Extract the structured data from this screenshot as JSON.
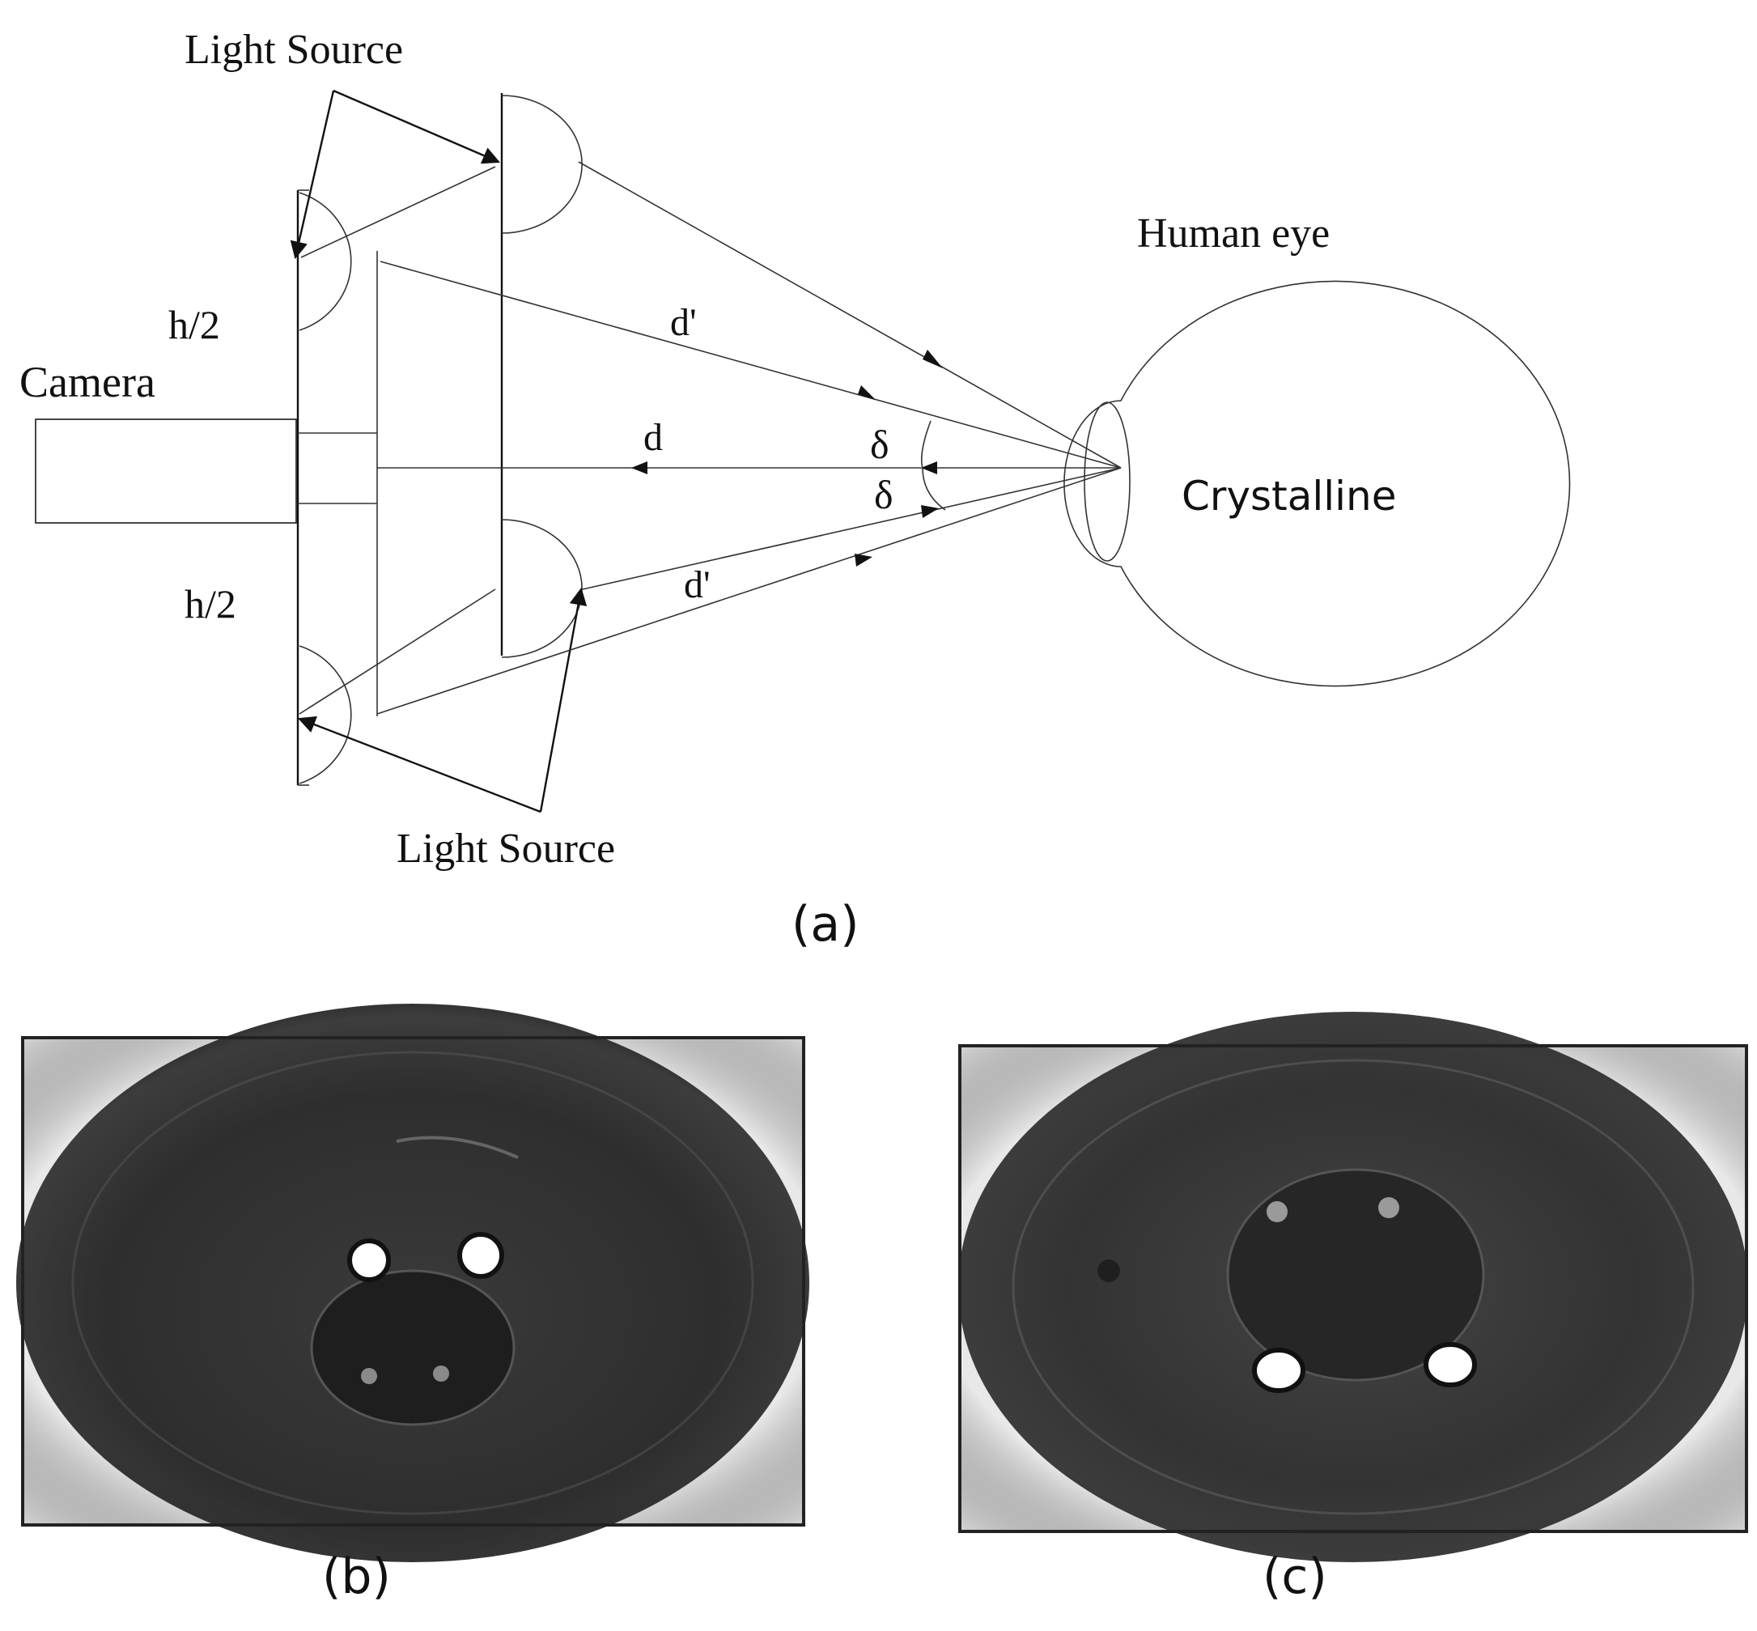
{
  "panel_a": {
    "caption": "(a)",
    "label_light_source_top": "Light Source",
    "label_light_source_bottom": "Light Source",
    "label_human_eye": "Human eye",
    "label_camera": "Camera",
    "label_h2_top": "h/2",
    "label_h2_bottom": "h/2",
    "label_d_prime_top": "d'",
    "label_d_prime_bottom": "d'",
    "label_d": "d",
    "label_delta_top": "δ",
    "label_delta_bottom": "δ",
    "label_crystalline": "Crystalline"
  },
  "panel_b": {
    "caption": "(b)",
    "pupil_position": "lower",
    "bright_glints": 2,
    "dim_glints": 2
  },
  "panel_c": {
    "caption": "(c)",
    "pupil_position": "upper",
    "bright_glints": 2,
    "dim_glints": 2
  },
  "colors": {
    "ink": "#111111",
    "iris_dark": "#2c2c2c",
    "glint": "#ffffff"
  }
}
